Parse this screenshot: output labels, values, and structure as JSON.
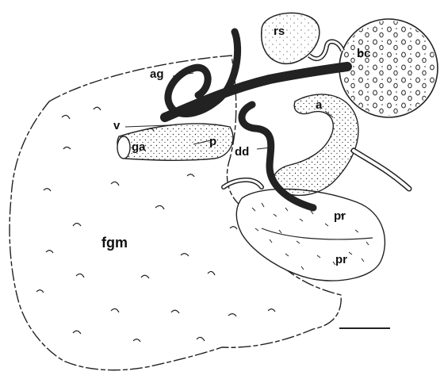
{
  "labels": {
    "rs": "rs",
    "bc": "bc",
    "ag": "ag",
    "a": "a",
    "v": "v",
    "ga": "ga",
    "p": "p",
    "dd": "dd",
    "fgm": "fgm",
    "pr_upper": "pr",
    "pr_lower": "pr"
  },
  "scale_bar": "unlabeled"
}
